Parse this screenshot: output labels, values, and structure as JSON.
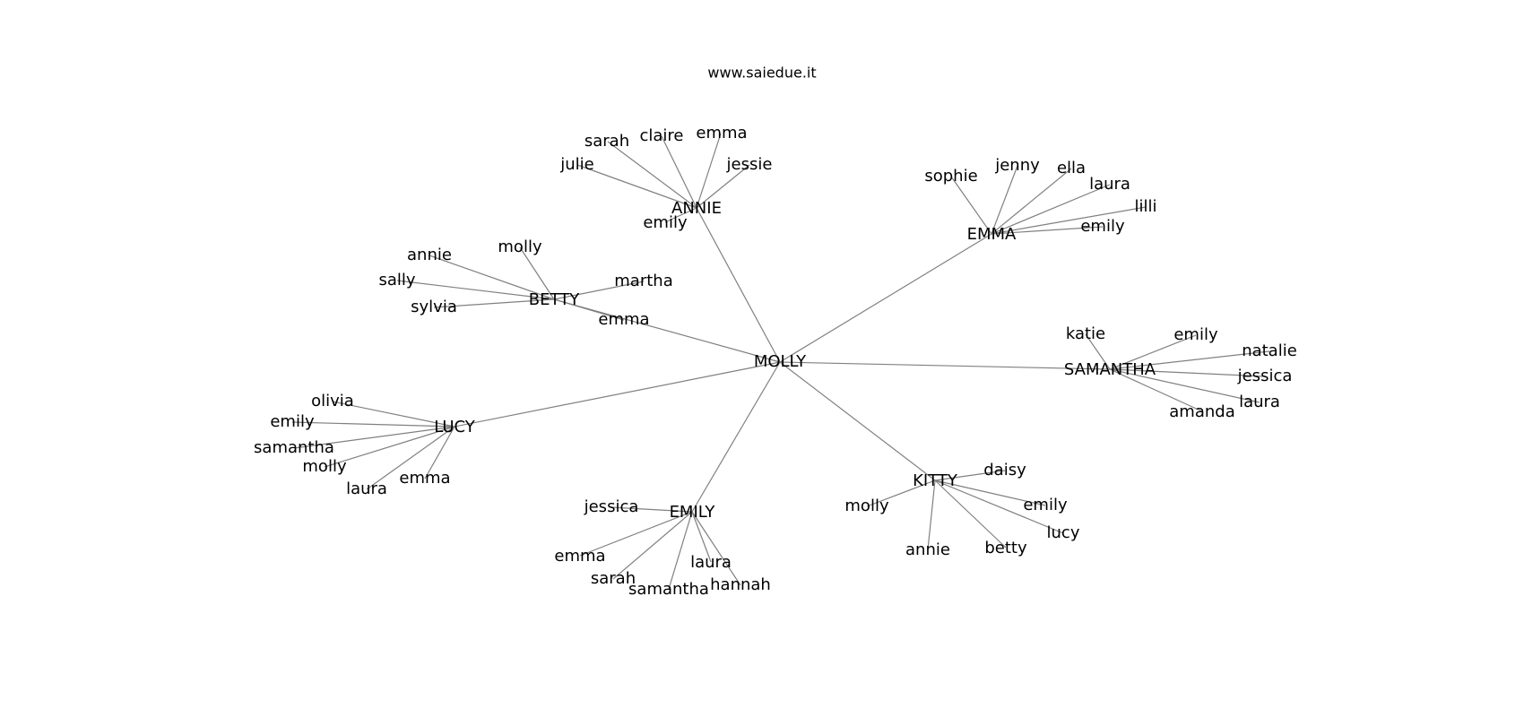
{
  "caption": "www.saiedue.it",
  "root": "MOLLY",
  "hubs": [
    {
      "label": "ANNIE",
      "children": [
        "sarah",
        "claire",
        "emma",
        "julie",
        "jessie",
        "emily"
      ]
    },
    {
      "label": "EMMA",
      "children": [
        "sophie",
        "jenny",
        "ella",
        "laura",
        "lilli",
        "emily"
      ]
    },
    {
      "label": "BETTY",
      "children": [
        "molly",
        "annie",
        "martha",
        "sally",
        "sylvia",
        "emma"
      ]
    },
    {
      "label": "SAMANTHA",
      "children": [
        "katie",
        "emily",
        "natalie",
        "jessica",
        "laura",
        "amanda"
      ]
    },
    {
      "label": "LUCY",
      "children": [
        "olivia",
        "emily",
        "samantha",
        "molly",
        "laura",
        "emma"
      ]
    },
    {
      "label": "KITTY",
      "children": [
        "daisy",
        "molly",
        "emily",
        "lucy",
        "annie",
        "betty"
      ]
    },
    {
      "label": "EMILY",
      "children": [
        "jessica",
        "emma",
        "laura",
        "sarah",
        "samantha",
        "hannah"
      ]
    }
  ]
}
